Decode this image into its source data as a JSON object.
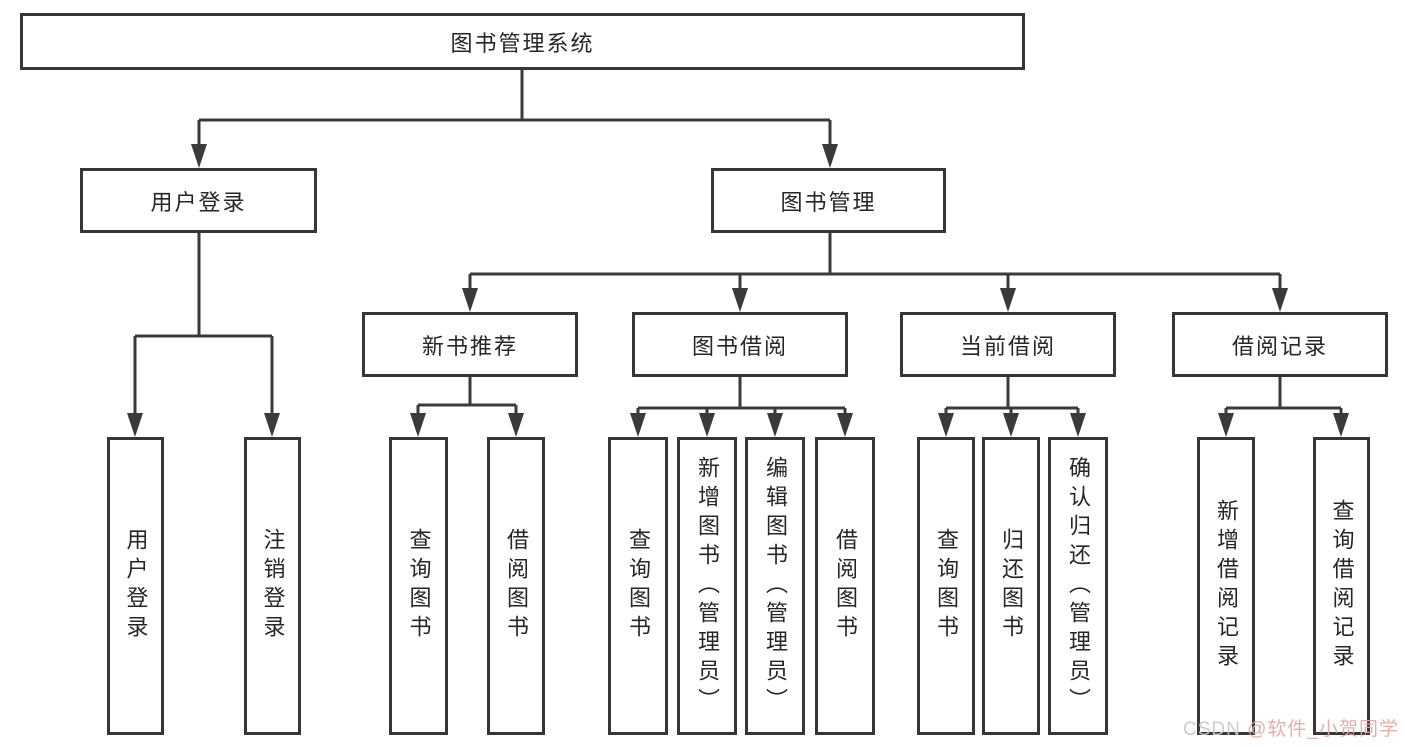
{
  "diagram": {
    "type": "hierarchy-flowchart",
    "tree": {
      "root": {
        "label": "图书管理系统"
      },
      "branches": [
        {
          "label": "用户登录",
          "children": [
            {
              "label": "用户登录"
            },
            {
              "label": "注销登录"
            }
          ]
        },
        {
          "label": "图书管理",
          "children": [
            {
              "label": "新书推荐",
              "children": [
                {
                  "label": "查询图书"
                },
                {
                  "label": "借阅图书"
                }
              ]
            },
            {
              "label": "图书借阅",
              "children": [
                {
                  "label": "查询图书"
                },
                {
                  "label": "新增图书（管理员）"
                },
                {
                  "label": "编辑图书（管理员）"
                },
                {
                  "label": "借阅图书"
                }
              ]
            },
            {
              "label": "当前借阅",
              "children": [
                {
                  "label": "查询图书"
                },
                {
                  "label": "归还图书"
                },
                {
                  "label": "确认归还（管理员）"
                }
              ]
            },
            {
              "label": "借阅记录",
              "children": [
                {
                  "label": "新增借阅记录"
                },
                {
                  "label": "查询借阅记录"
                }
              ]
            }
          ]
        }
      ]
    },
    "colors": {
      "line": "#3a3a3a",
      "box_border": "#363636",
      "text": "#262626",
      "background": "#ffffff",
      "watermark_prefix": "#cbc8c8",
      "watermark_handle": "#e2a9a4"
    }
  },
  "watermark": {
    "prefix": "CSDN ",
    "handle": "@软件_小贺同学"
  }
}
